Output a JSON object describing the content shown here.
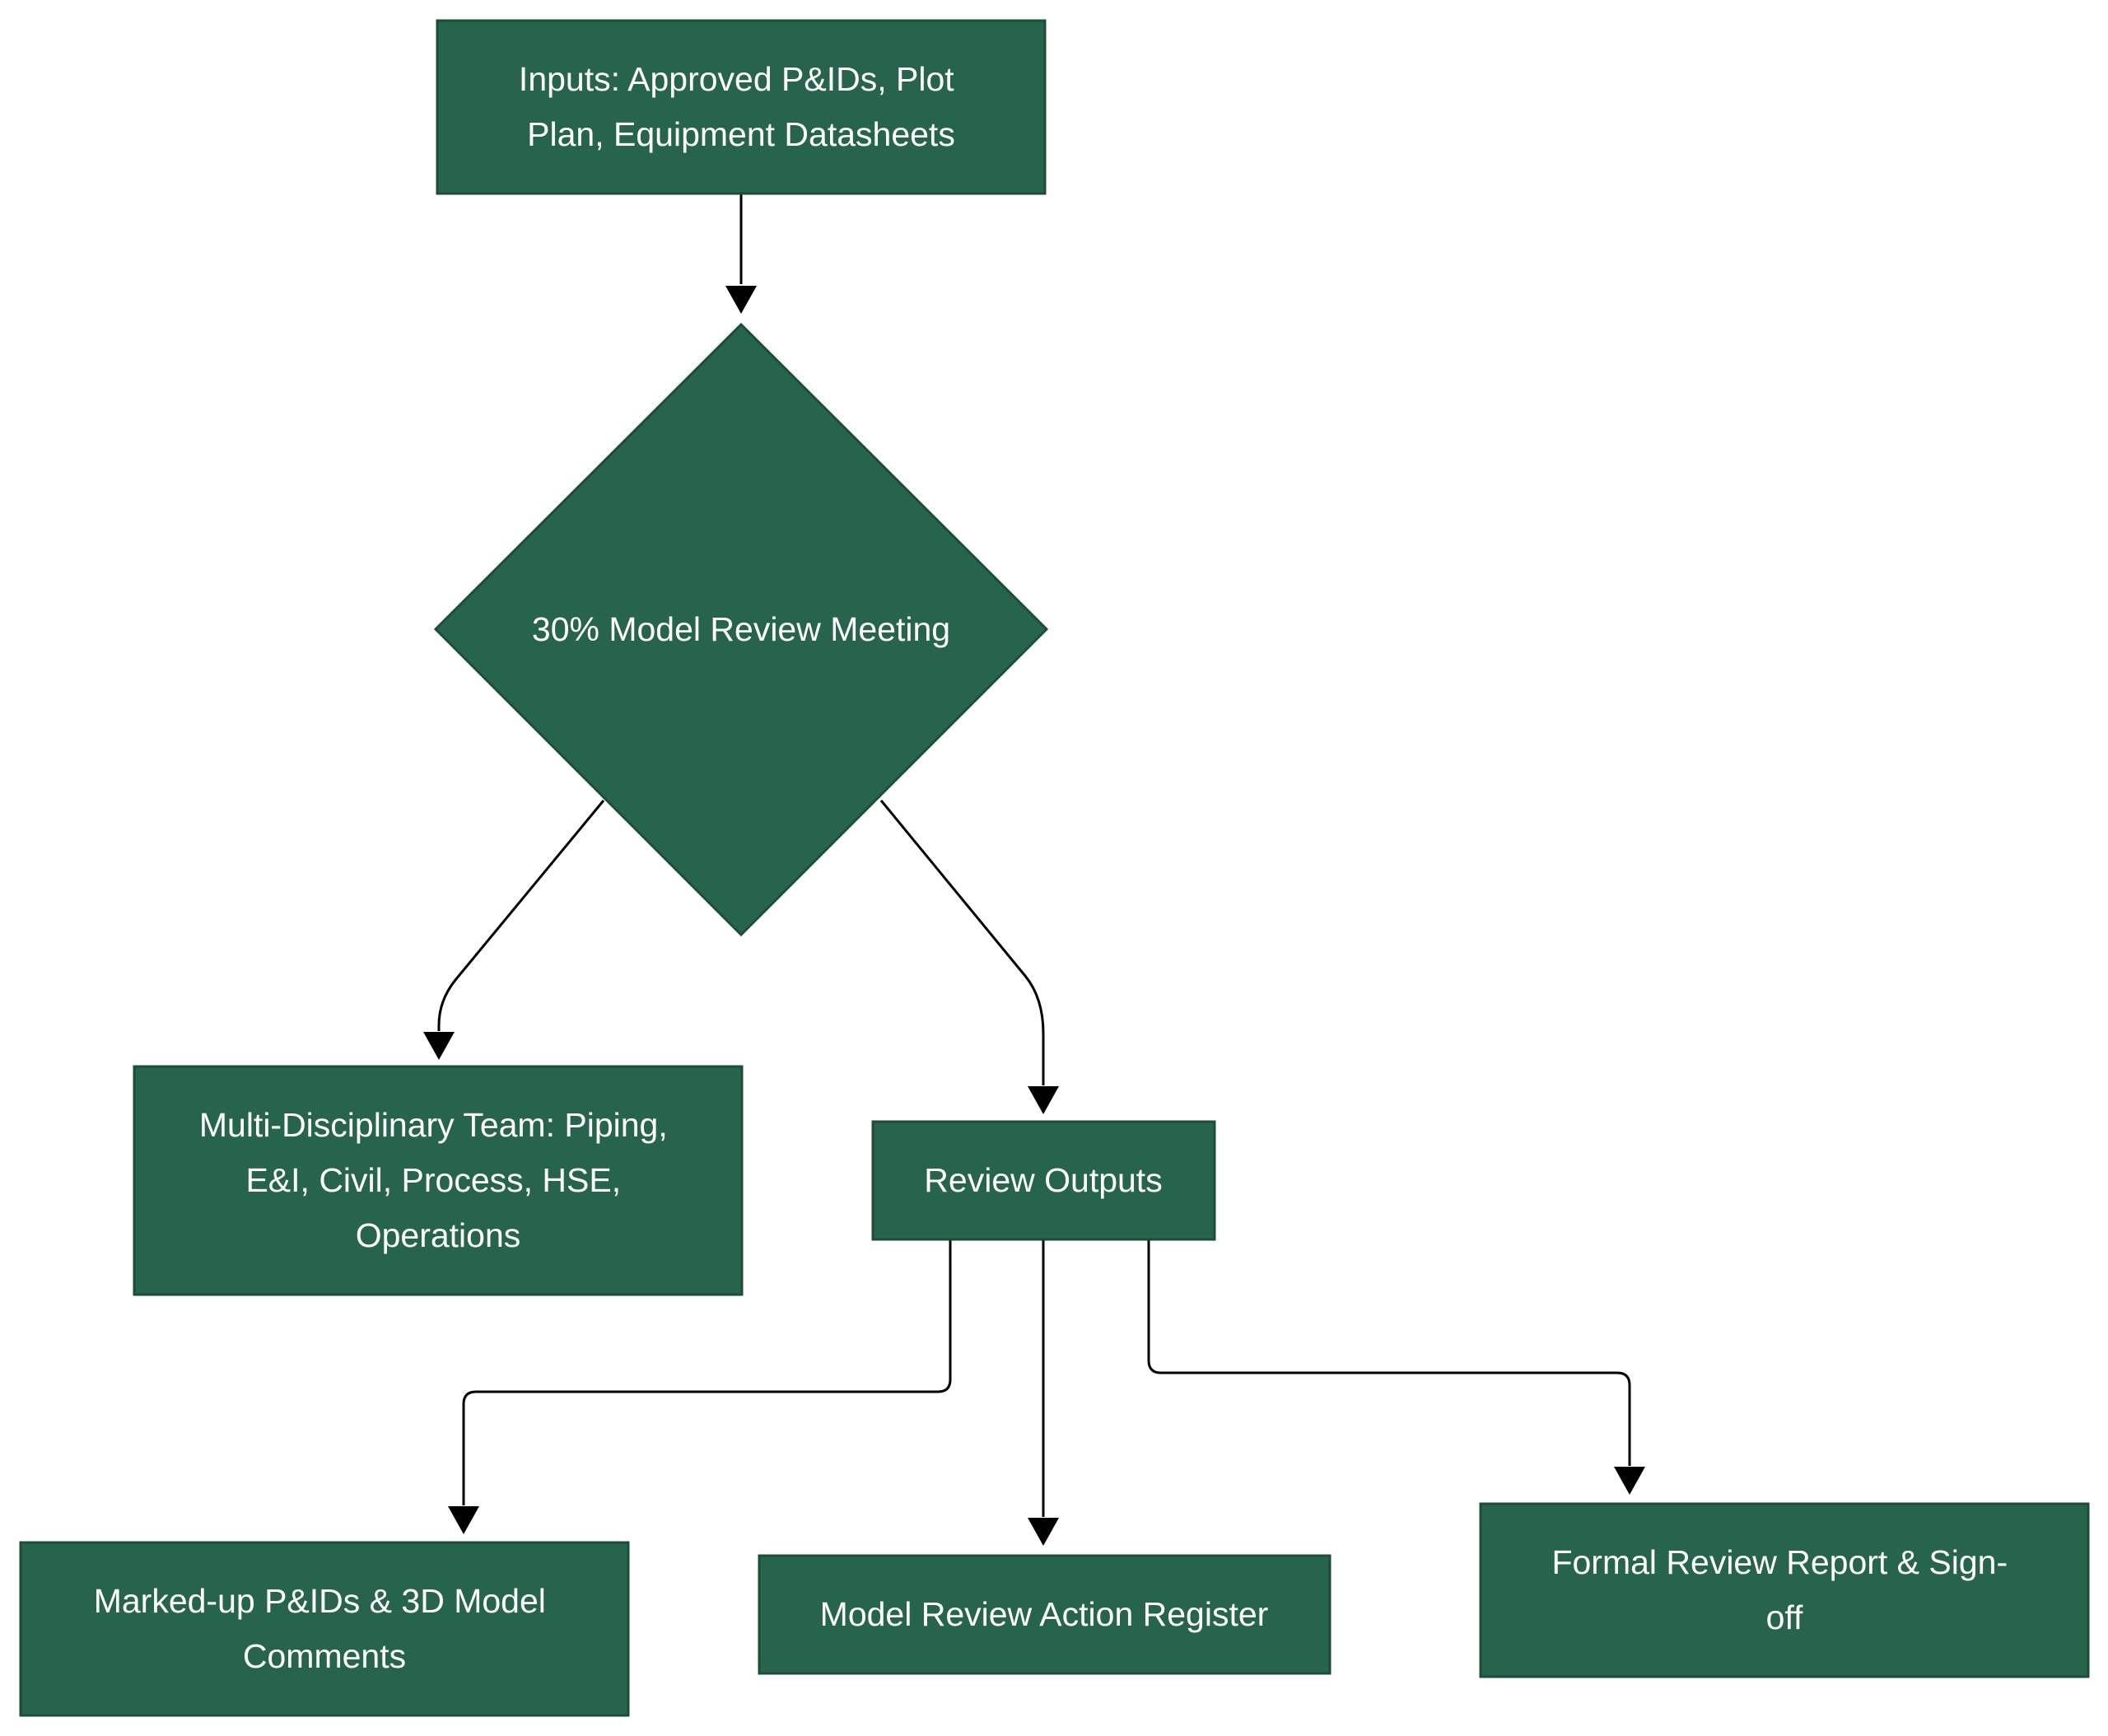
{
  "colors": {
    "node_fill": "#26654b",
    "node_border": "#1d4d39",
    "edge": "#000000",
    "text": "#ffffff",
    "background": "#ffffff"
  },
  "nodes": {
    "inputs": {
      "lines": [
        "Inputs: Approved P&IDs, Plot",
        "Plan, Equipment Datasheets"
      ]
    },
    "meeting": {
      "lines": [
        "30% Model Review Meeting"
      ]
    },
    "team": {
      "lines": [
        "Multi-Disciplinary Team: Piping,",
        "E&I, Civil, Process, HSE,",
        "Operations"
      ]
    },
    "outputs": {
      "lines": [
        "Review Outputs"
      ]
    },
    "markup": {
      "lines": [
        "Marked-up P&IDs & 3D Model",
        "Comments"
      ]
    },
    "register": {
      "lines": [
        "Model Review Action Register"
      ]
    },
    "report": {
      "lines": [
        "Formal Review Report & Sign-",
        "off"
      ]
    }
  }
}
